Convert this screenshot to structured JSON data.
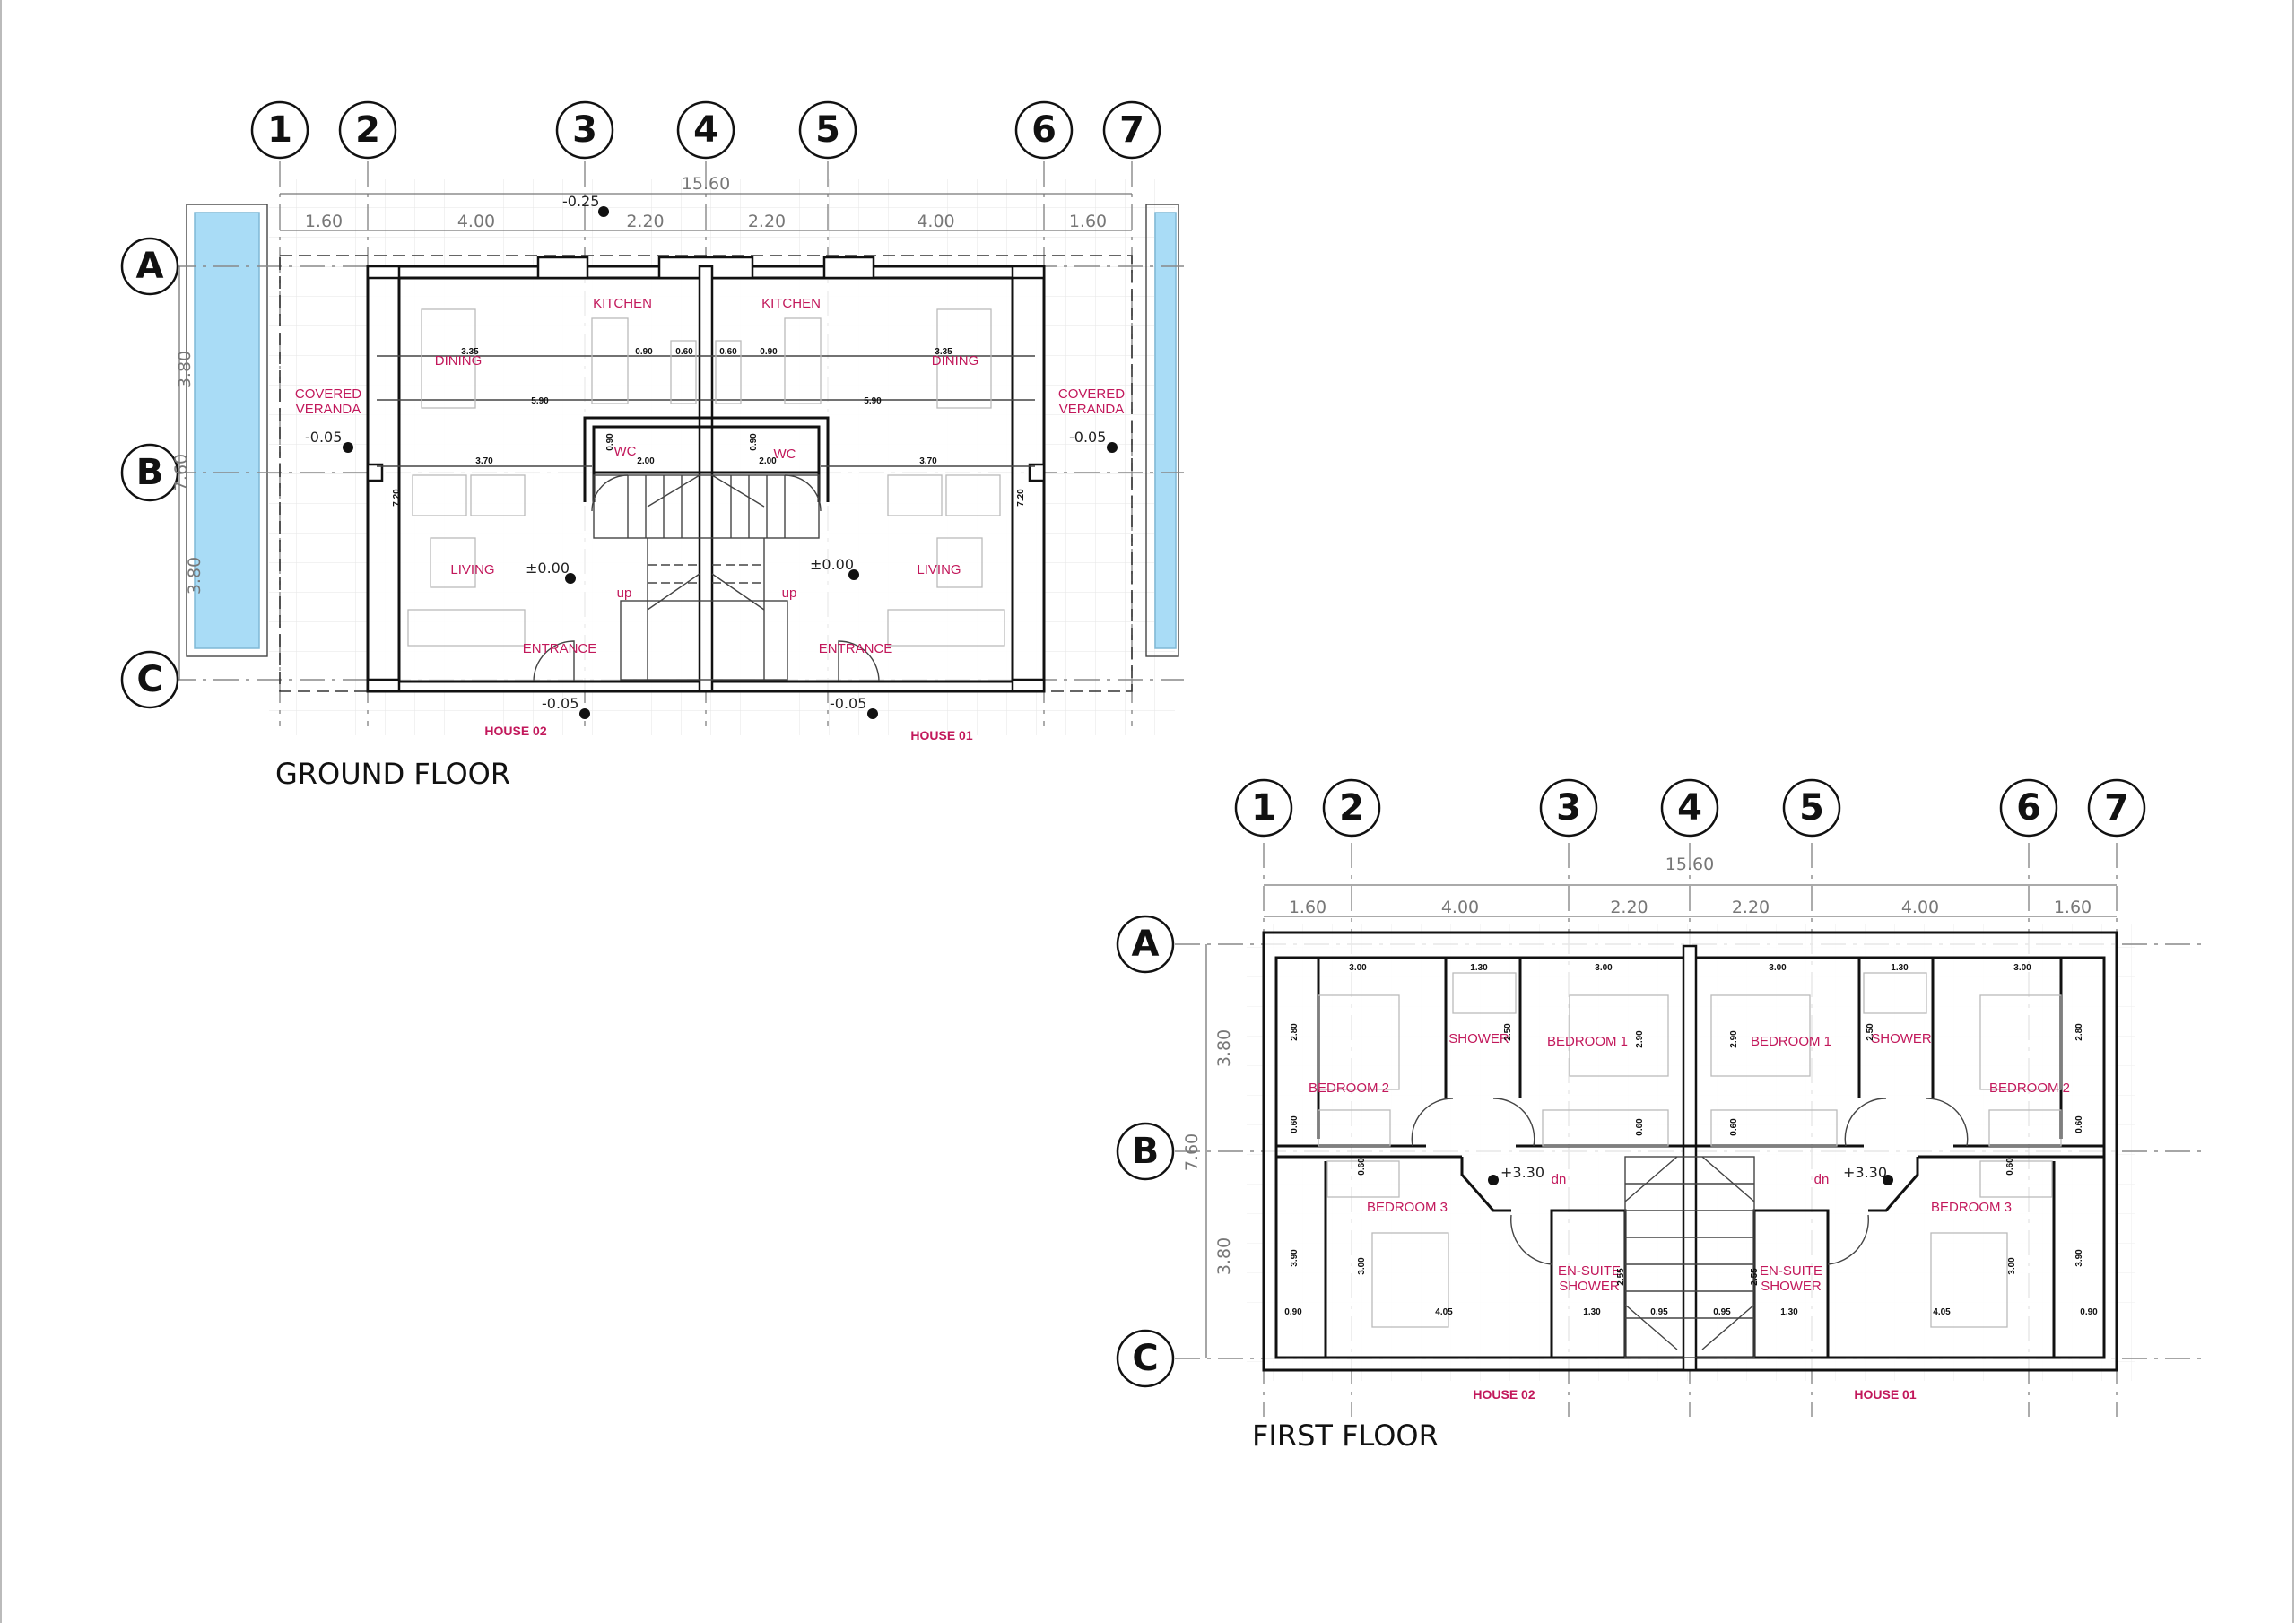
{
  "ground_floor": {
    "title": "GROUND FLOOR",
    "grid_columns": [
      "1",
      "2",
      "3",
      "4",
      "5",
      "6",
      "7"
    ],
    "grid_rows": [
      "A",
      "B",
      "C"
    ],
    "overall_width": "15.60",
    "bay_widths": [
      "1.60",
      "4.00",
      "2.20",
      "2.20",
      "4.00",
      "1.60"
    ],
    "side_dims": [
      "3.80",
      "7.60",
      "3.80"
    ],
    "rooms": {
      "kitchen_h02": "KITCHEN",
      "kitchen_h01": "KITCHEN",
      "dining_h02": "DINING",
      "dining_h01": "DINING",
      "veranda_h02_l1": "COVERED",
      "veranda_h02_l2": "VERANDA",
      "veranda_h01_l1": "COVERED",
      "veranda_h01_l2": "VERANDA",
      "wc_h02": "WC",
      "wc_h01": "WC",
      "living_h02": "LIVING",
      "living_h01": "LIVING",
      "up_h02": "up",
      "up_h01": "up",
      "entrance_h02": "ENTRANCE",
      "entrance_h01": "ENTRANCE"
    },
    "houses": [
      "HOUSE 02",
      "HOUSE 01"
    ],
    "levels": [
      "-0.25",
      "-0.05",
      "-0.05",
      "±0.00",
      "±0.00",
      "-0.05",
      "-0.05"
    ],
    "inner_dims": [
      "3.35",
      "0.90",
      "0.60",
      "0.60",
      "0.90",
      "3.35",
      "5.90",
      "5.90",
      "3.70",
      "3.70",
      "2.00",
      "2.00",
      "0.90",
      "0.90",
      "7.20",
      "7.20"
    ]
  },
  "first_floor": {
    "title": "FIRST FLOOR",
    "grid_columns": [
      "1",
      "2",
      "3",
      "4",
      "5",
      "6",
      "7"
    ],
    "grid_rows": [
      "A",
      "B",
      "C"
    ],
    "overall_width": "15.60",
    "bay_widths": [
      "1.60",
      "4.00",
      "2.20",
      "2.20",
      "4.00",
      "1.60"
    ],
    "side_dims": [
      "3.80",
      "7.60",
      "3.80"
    ],
    "rooms": {
      "bedroom2_h02": "BEDROOM 2",
      "bedroom2_h01": "BEDROOM 2",
      "shower_h02": "SHOWER",
      "shower_h01": "SHOWER",
      "bedroom1_h02": "BEDROOM 1",
      "bedroom1_h01": "BEDROOM 1",
      "bedroom3_h02": "BEDROOM 3",
      "bedroom3_h01": "BEDROOM 3",
      "ensuite_h02_l1": "EN-SUITE",
      "ensuite_h02_l2": "SHOWER",
      "ensuite_h01_l1": "EN-SUITE",
      "ensuite_h01_l2": "SHOWER",
      "dn_h02": "dn",
      "dn_h01": "dn"
    },
    "houses": [
      "HOUSE 02",
      "HOUSE 01"
    ],
    "levels": [
      "+3.30",
      "+3.30"
    ],
    "inner_dims": [
      "3.00",
      "1.30",
      "3.00",
      "3.00",
      "1.30",
      "3.00",
      "2.80",
      "2.80",
      "2.50",
      "2.50",
      "2.90",
      "2.90",
      "0.60",
      "0.60",
      "0.60",
      "0.60",
      "0.60",
      "0.60",
      "3.90",
      "3.90",
      "3.00",
      "3.00",
      "2.55",
      "2.55",
      "0.90",
      "4.05",
      "1.30",
      "0.95",
      "0.95",
      "1.30",
      "4.05",
      "0.90"
    ]
  }
}
